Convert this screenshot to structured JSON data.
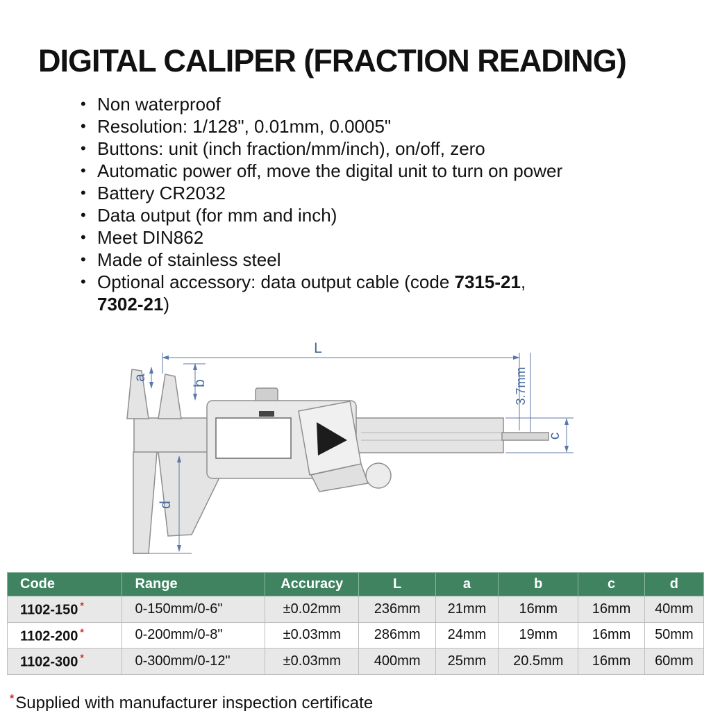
{
  "page": {
    "title": "DIGITAL CALIPER (FRACTION READING)",
    "footnote": {
      "star": "*",
      "text": "Supplied with manufacturer inspection certificate"
    }
  },
  "colors": {
    "table_header_green": "#3f8361",
    "asterisk_red": "#d42b1e",
    "dimension_blue": "#5b79a8"
  },
  "features": [
    {
      "text": "Non waterproof"
    },
    {
      "text": "Resolution: 1/128\", 0.01mm, 0.0005\""
    },
    {
      "text": "Buttons: unit (inch fraction/mm/inch), on/off, zero"
    },
    {
      "text": "Automatic power off, move the digital unit to turn on power"
    },
    {
      "text": "Battery CR2032"
    },
    {
      "text": "Data output (for mm and inch)"
    },
    {
      "text": "Meet DIN862"
    },
    {
      "text": "Made of stainless steel"
    },
    {
      "prefix": "Optional accessory: data output cable (code ",
      "code1": "7315-21",
      "sep": ",",
      "code2": "7302-21",
      "suffix": ")"
    }
  ],
  "diagram": {
    "labels": {
      "L": "L",
      "a": "a",
      "b": "b",
      "c": "c",
      "d": "d",
      "depth": "3.7mm"
    }
  },
  "table": {
    "headers": [
      "Code",
      "Range",
      "Accuracy",
      "L",
      "a",
      "b",
      "c",
      "d"
    ],
    "star": "*",
    "rows": [
      {
        "code": "1102-150",
        "range": "0-150mm/0-6\"",
        "accuracy": "±0.02mm",
        "L": "236mm",
        "a": "21mm",
        "b": "16mm",
        "c": "16mm",
        "d": "40mm"
      },
      {
        "code": "1102-200",
        "range": "0-200mm/0-8\"",
        "accuracy": "±0.03mm",
        "L": "286mm",
        "a": "24mm",
        "b": "19mm",
        "c": "16mm",
        "d": "50mm"
      },
      {
        "code": "1102-300",
        "range": "0-300mm/0-12\"",
        "accuracy": "±0.03mm",
        "L": "400mm",
        "a": "25mm",
        "b": "20.5mm",
        "c": "16mm",
        "d": "60mm"
      }
    ]
  }
}
